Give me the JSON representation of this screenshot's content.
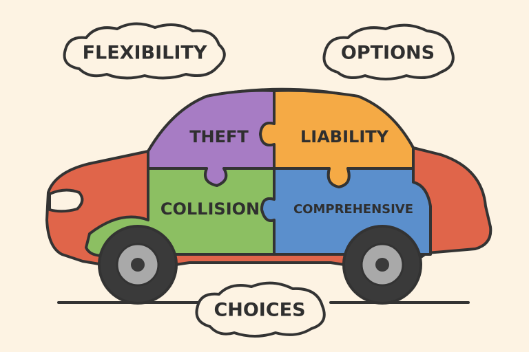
{
  "clouds": {
    "flexibility": "FLEXIBILITY",
    "options": "OPTIONS",
    "choices": "CHOICES"
  },
  "puzzle_pieces": {
    "theft": "THEFT",
    "liability": "LIABILITY",
    "collision": "COLLISION",
    "comprehensive": "COMPREHENSIVE"
  },
  "colors": {
    "background": "#fdf3e3",
    "car_body": "#e0654a",
    "theft": "#a77cc4",
    "liability": "#f5aa45",
    "collision": "#8cbf62",
    "comprehensive": "#5b8fcc",
    "outline": "#333333"
  }
}
